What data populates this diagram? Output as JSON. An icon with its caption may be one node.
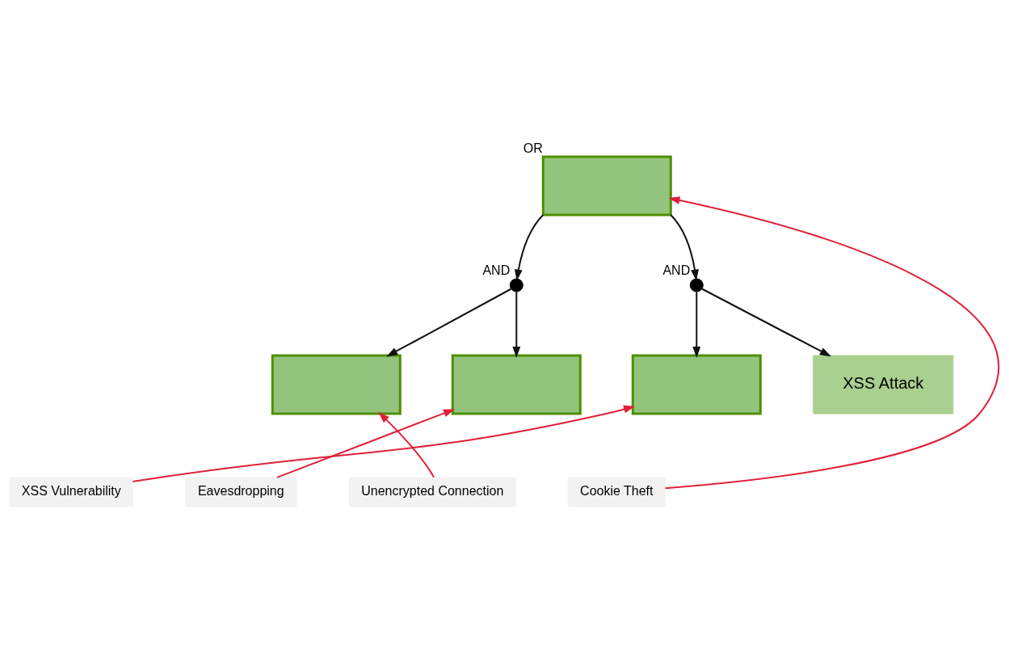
{
  "diagram": {
    "nodes": [
      {
        "text": [],
        "shape": "box",
        "beside": [
          "OR"
        ]
      },
      {
        "text": [],
        "shape": "circle",
        "beside": [
          "AND"
        ]
      },
      {
        "text": [],
        "shape": "circle",
        "beside": [
          "AND"
        ]
      },
      {
        "text": [],
        "shape": "box"
      },
      {
        "text": [],
        "shape": "box"
      },
      {
        "text": [],
        "shape": "box"
      },
      {
        "text": [
          "XSS Attack"
        ]
      },
      {
        "text": [
          "XSS Vulnerability"
        ]
      },
      {
        "text": [
          "Eavesdropping"
        ]
      },
      {
        "text": [
          "Unencrypted Connection"
        ]
      },
      {
        "text": [
          "Cookie Theft"
        ]
      }
    ],
    "edges": [
      {
        "from": 0,
        "to": 1,
        "arrow": "to"
      },
      {
        "from": 0,
        "to": 2,
        "arrow": "to"
      },
      {
        "from": 1,
        "to": 3,
        "arrow": "to"
      },
      {
        "from": 1,
        "to": 4,
        "arrow": "to"
      },
      {
        "from": 2,
        "to": 5,
        "arrow": "to"
      },
      {
        "from": 2,
        "to": 6,
        "arrow": "to"
      },
      {
        "from": 7,
        "to": 5,
        "arrow": "to",
        "color": "#e0203a"
      },
      {
        "from": 8,
        "to": 4,
        "arrow": "to",
        "color": "#e0203a"
      },
      {
        "from": 9,
        "to": 3,
        "arrow": "to",
        "color": "#e0203a"
      },
      {
        "from": 10,
        "to": 0,
        "arrow": "to",
        "color": "#e0203a"
      }
    ]
  }
}
